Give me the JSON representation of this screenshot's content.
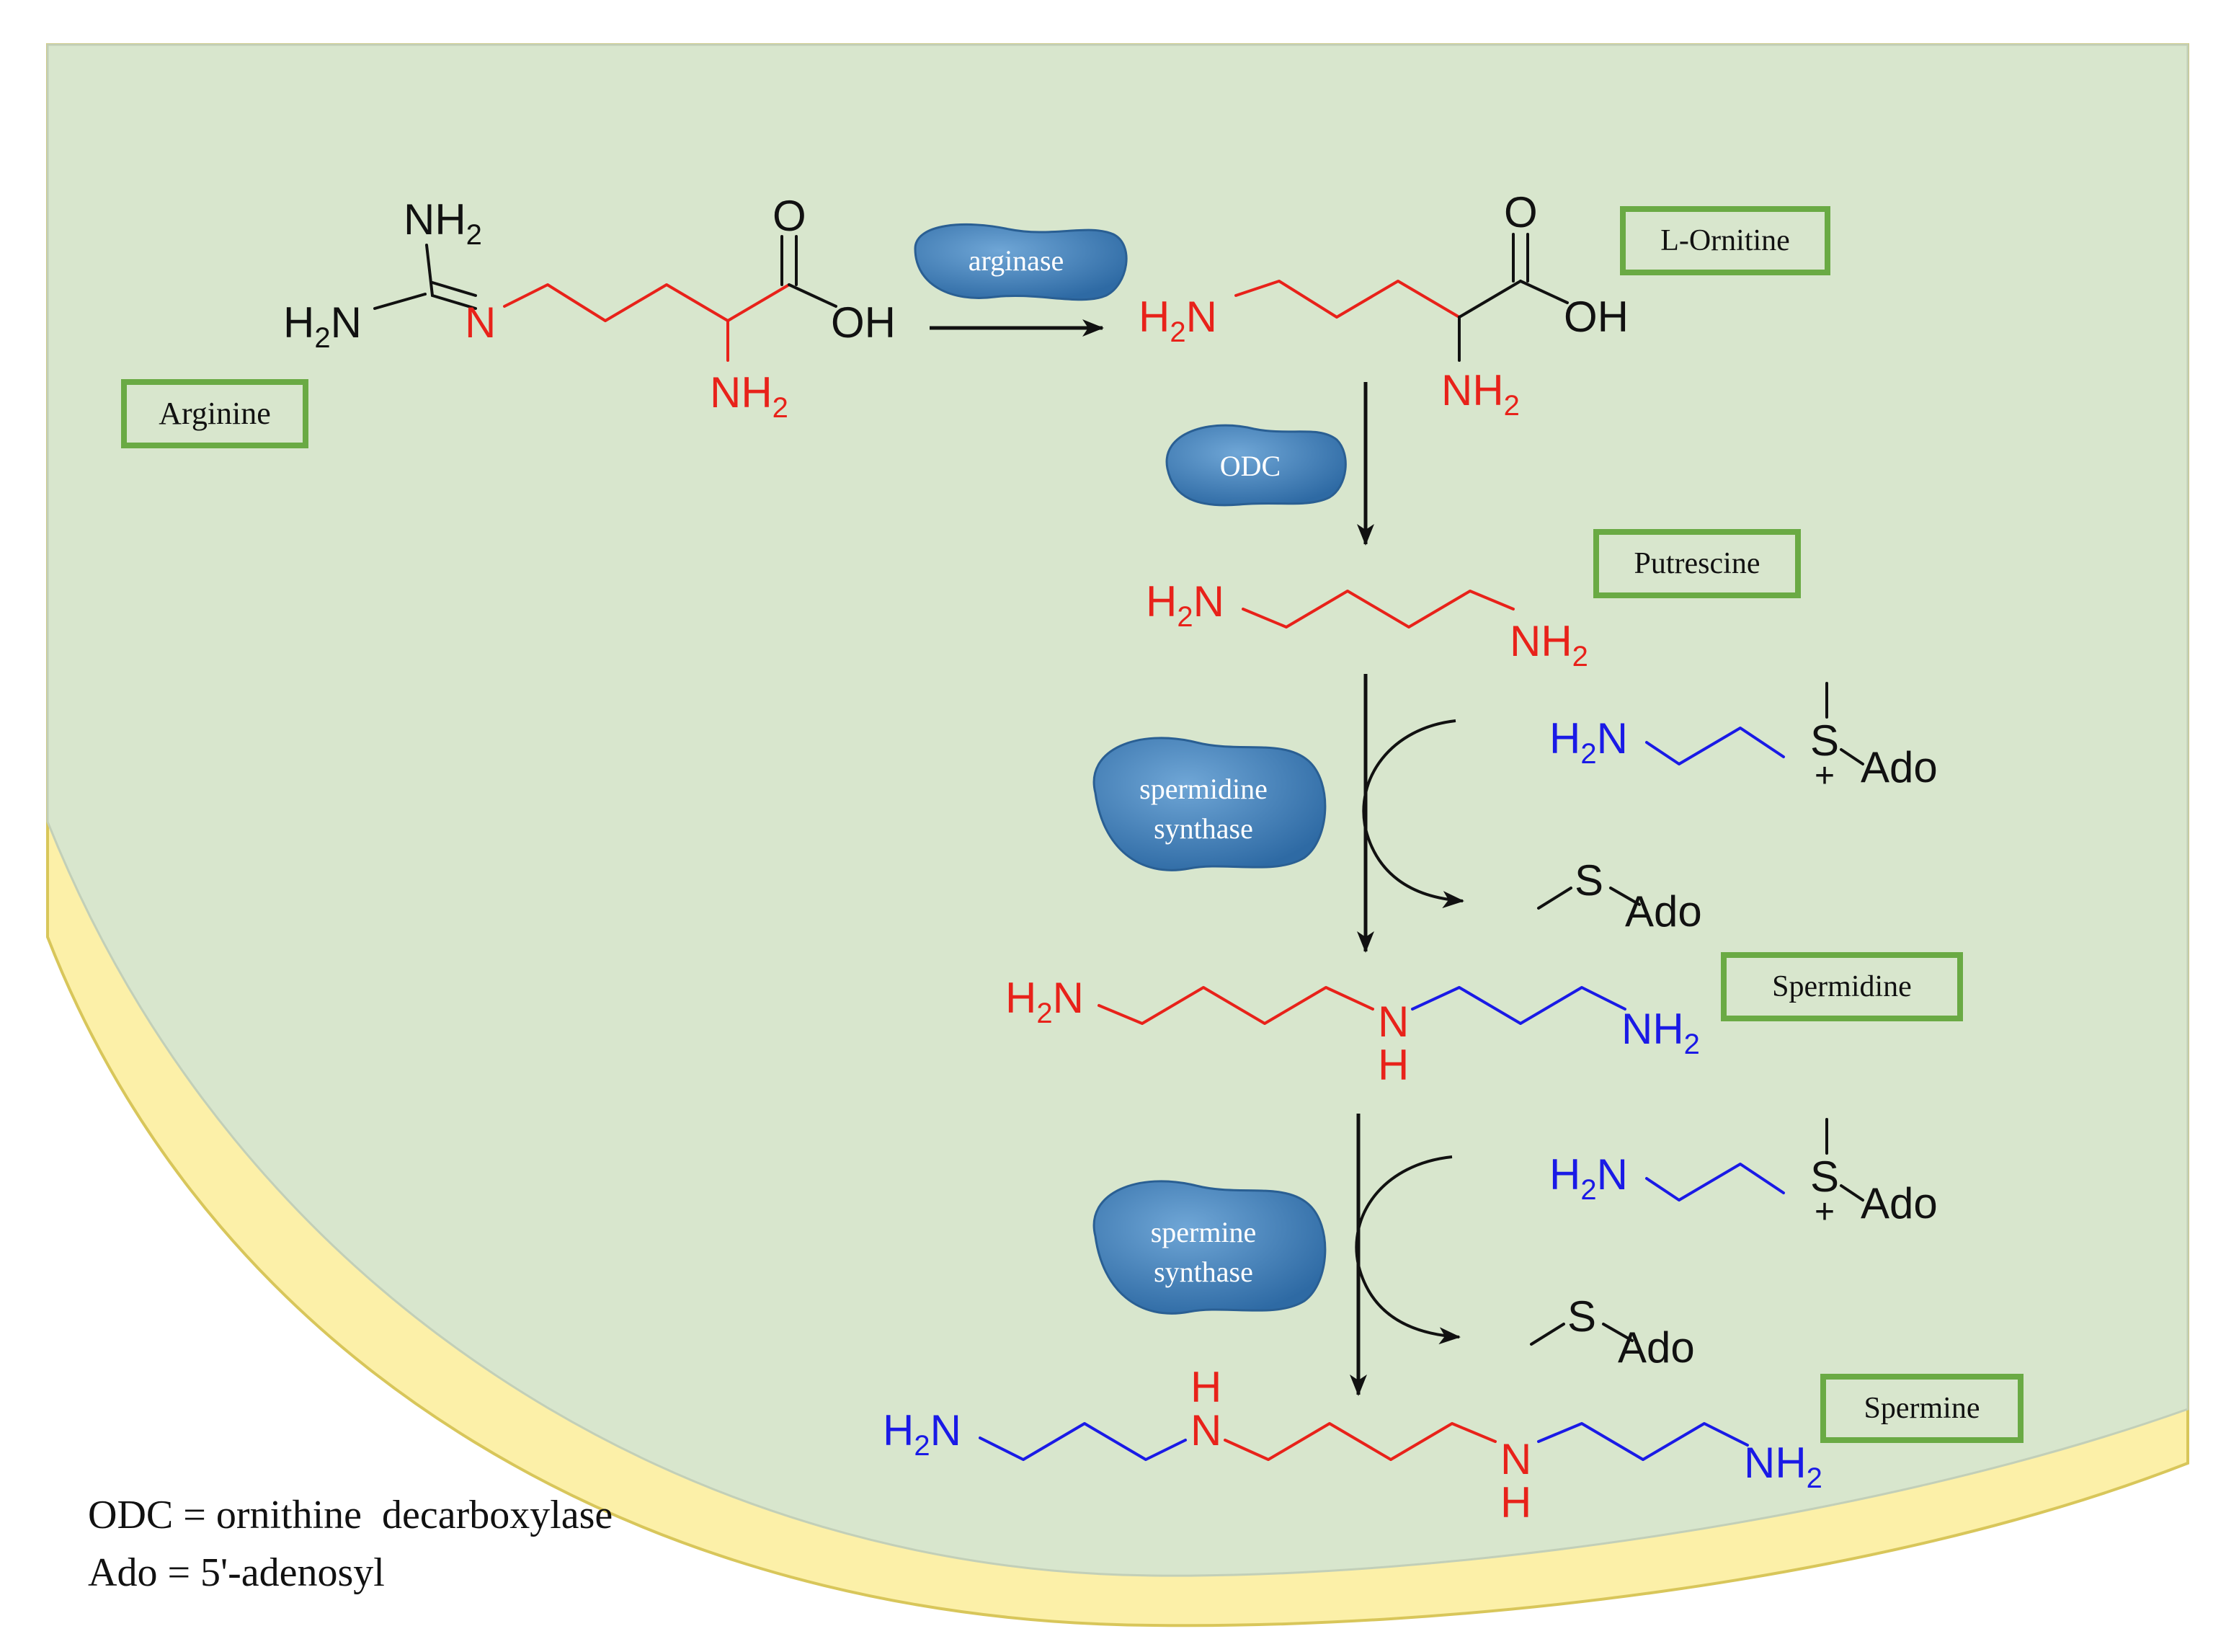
{
  "colors": {
    "cytoplasm": "#d8e6cd",
    "membrane": "#fcf0a8",
    "membrane_edge": "#d8c65a",
    "label_border": "#6aaa44",
    "enzyme": "#3f80b8",
    "putrescine_part": "#e8221a",
    "aminopropyl_part": "#1a1ae6"
  },
  "labels": {
    "arginine": "Arginine",
    "ornithine": "L-Ornitine",
    "putrescine": "Putrescine",
    "spermidine": "Spermidine",
    "spermine": "Spermine"
  },
  "enzymes": {
    "arginase": "arginase",
    "odc": "ODC",
    "spermidine_synthase": [
      "spermidine",
      "synthase"
    ],
    "spermine_synthase": [
      "spermine",
      "synthase"
    ]
  },
  "atoms": {
    "nh2": "NH",
    "h2n_h": "H",
    "h2n_n": "N",
    "two": "2",
    "n": "N",
    "h": "H",
    "o": "O",
    "oh": "OH",
    "s": "S",
    "plus": "+",
    "ado": "Ado"
  },
  "legend": {
    "odc": "ODC = ornithine  decarboxylase",
    "ado": "Ado = 5'-adenosyl"
  }
}
